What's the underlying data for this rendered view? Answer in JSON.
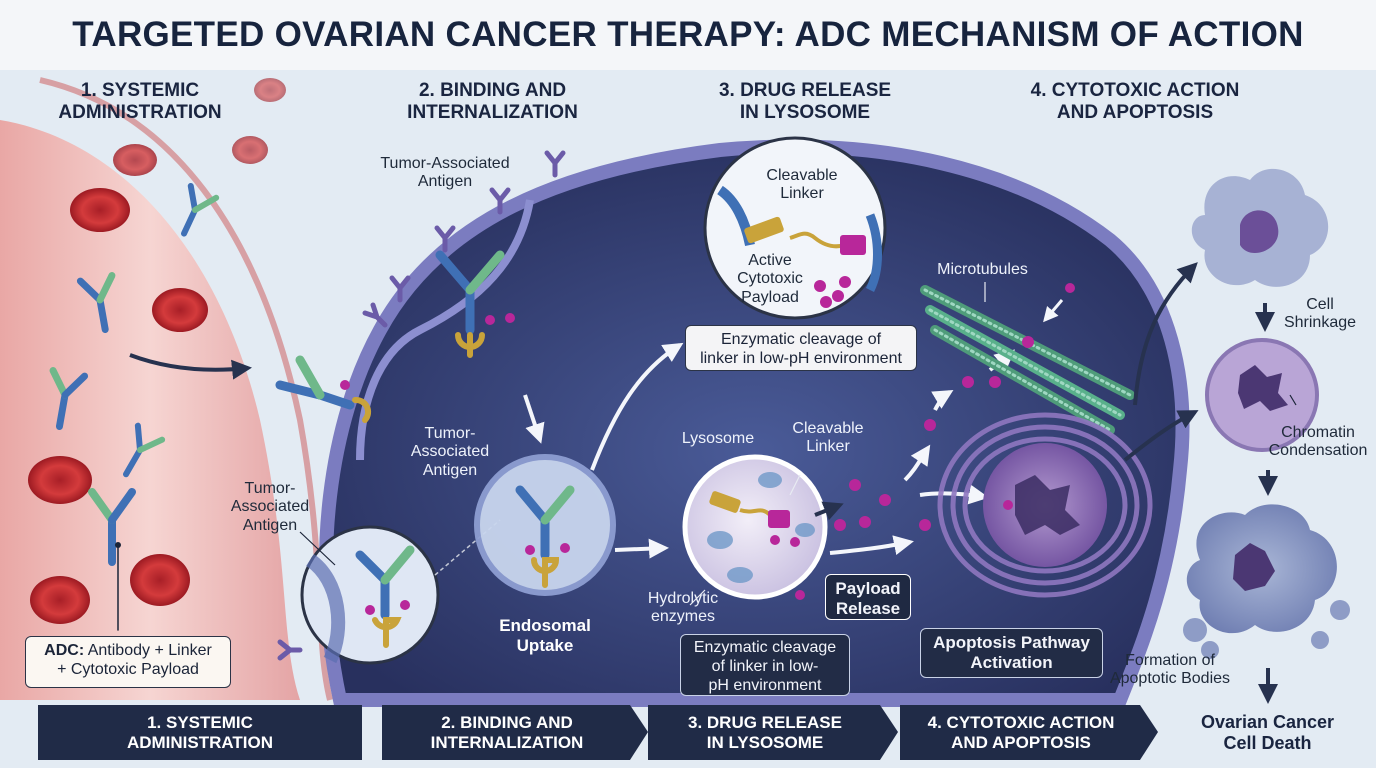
{
  "title": "TARGETED OVARIAN CANCER THERAPY: ADC MECHANISM OF ACTION",
  "steps": [
    {
      "line1": "1. SYSTEMIC",
      "line2": "ADMINISTRATION"
    },
    {
      "line1": "2. BINDING AND",
      "line2": "INTERNALIZATION"
    },
    {
      "line1": "3. DRUG RELEASE",
      "line2": "IN LYSOSOME"
    },
    {
      "line1": "4. CYTOTOXIC ACTION",
      "line2": "AND APOPTOSIS"
    }
  ],
  "labels": {
    "antigen_top_1": "Tumor-Associated",
    "antigen_top_2": "Antigen",
    "antigen_mid_1": "Tumor-",
    "antigen_mid_2": "Associated",
    "antigen_mid_3": "Antigen",
    "antigen_left_1": "Tumor-",
    "antigen_left_2": "Associated",
    "antigen_left_3": "Antigen",
    "cleavable_top_1": "Cleavable",
    "cleavable_top_2": "Linker",
    "active_1": "Active",
    "active_2": "Cytotoxic",
    "active_3": "Payload",
    "microtubules": "Microtubules",
    "lysosome": "Lysosome",
    "cleavable_mid_1": "Cleavable",
    "cleavable_mid_2": "Linker",
    "hydrolytic_1": "Hydrolytic",
    "hydrolytic_2": "enzymes",
    "endosomal_1": "Endosomal",
    "endosomal_2": "Uptake",
    "cell_shrink_1": "Cell",
    "cell_shrink_2": "Shrinkage",
    "chromatin_1": "Chromatin",
    "chromatin_2": "Condensation",
    "apoptotic_1": "Formation of",
    "apoptotic_2": "Apoptotic Bodies",
    "death_1": "Ovarian Cancer",
    "death_2": "Cell Death"
  },
  "boxes": {
    "adc_bold": "ADC:",
    "adc_rest": " Antibody + Linker",
    "adc_line2": "+ Cytotoxic Payload",
    "enzymatic_top_1": "Enzymatic cleavage of",
    "enzymatic_top_2": "linker in low-pH environment",
    "payload_1": "Payload",
    "payload_2": "Release",
    "enzymatic_bottom_1": "Enzymatic cleavage",
    "enzymatic_bottom_2": "of linker in low-",
    "enzymatic_bottom_3": "pH environment",
    "apoptosis_1": "Apoptosis Pathway",
    "apoptosis_2": "Activation"
  },
  "bottom_bar": [
    {
      "line1": "1. SYSTEMIC",
      "line2": "ADMINISTRATION"
    },
    {
      "line1": "2. BINDING AND",
      "line2": "INTERNALIZATION"
    },
    {
      "line1": "3. DRUG RELEASE",
      "line2": "IN LYSOSOME"
    },
    {
      "line1": "4. CYTOTOXIC ACTION",
      "line2": "AND APOPTOSIS"
    }
  ],
  "colors": {
    "vessel": "#d9787a",
    "cell_membrane": "#5b5c9e",
    "cytoplasm": "#343d72",
    "antibody_blue": "#3f70b5",
    "antibody_green": "#6fb88a",
    "linker_gold": "#c9a33a",
    "payload_magenta": "#b8279a",
    "dark_box": "#222c46"
  }
}
